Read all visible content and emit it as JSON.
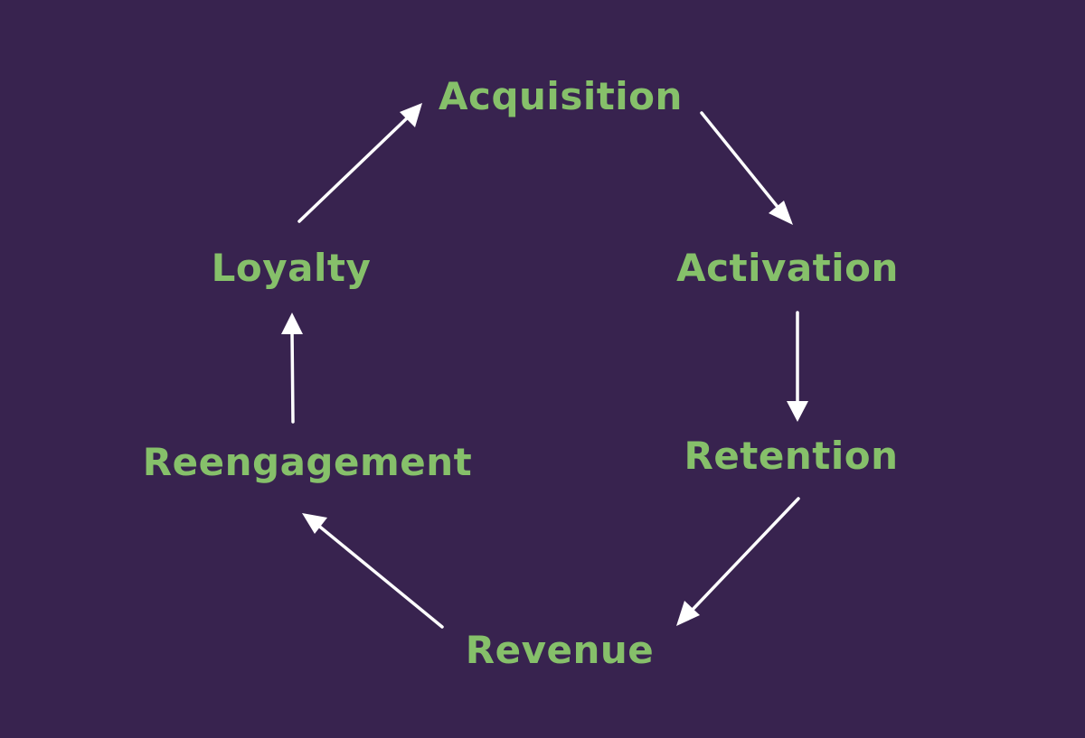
{
  "diagram": {
    "background_color": "#38234f",
    "label_color": "#86c06a",
    "arrow_color": "#ffffff",
    "stages": [
      {
        "id": "acquisition",
        "label": "Acquisition"
      },
      {
        "id": "activation",
        "label": "Activation"
      },
      {
        "id": "retention",
        "label": "Retention"
      },
      {
        "id": "revenue",
        "label": "Revenue"
      },
      {
        "id": "reengagement",
        "label": "Reengagement"
      },
      {
        "id": "loyalty",
        "label": "Loyalty"
      }
    ],
    "flow": [
      {
        "from": "acquisition",
        "to": "activation"
      },
      {
        "from": "activation",
        "to": "retention"
      },
      {
        "from": "retention",
        "to": "revenue"
      },
      {
        "from": "revenue",
        "to": "reengagement"
      },
      {
        "from": "reengagement",
        "to": "loyalty"
      },
      {
        "from": "loyalty",
        "to": "acquisition"
      }
    ]
  }
}
